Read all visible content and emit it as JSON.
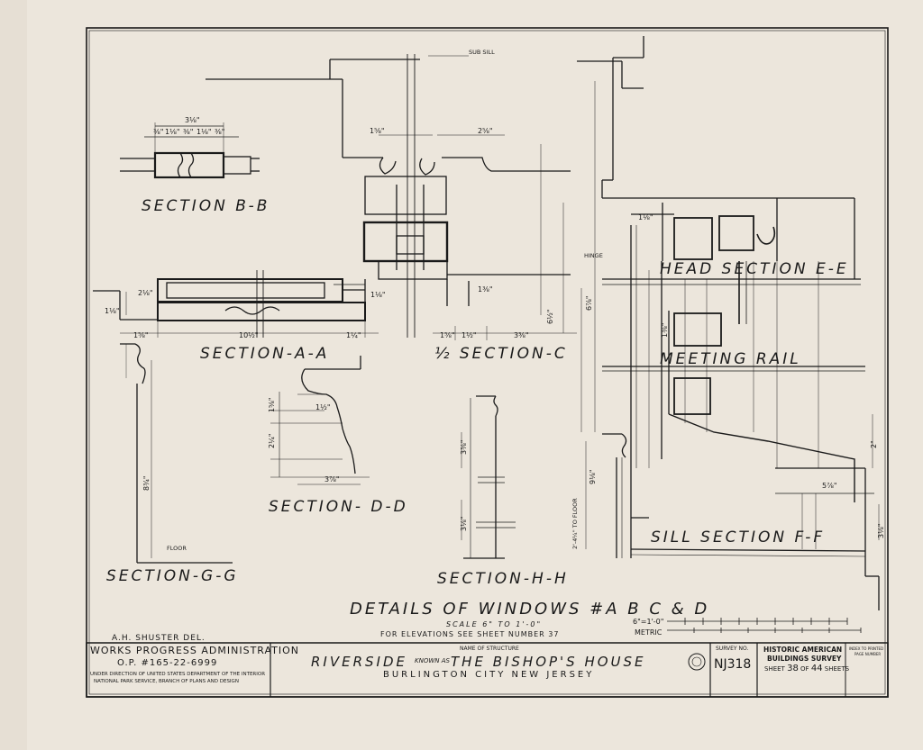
{
  "drawing": {
    "title": "DETAILS OF WINDOWS #A B C & D",
    "scale": "SCALE 6\" TO 1'-0\"",
    "elevations_note": "FOR ELEVATIONS SEE SHEET NUMBER 37",
    "delineator": "A.H. SHUSTER DEL."
  },
  "section_labels": {
    "bb": "SECTION B-B",
    "aa": "SECTION-A-A",
    "c": "½ SECTION-C",
    "dd": "SECTION- D-D",
    "gg": "SECTION-G-G",
    "hh": "SECTION-H-H",
    "ee": "HEAD SECTION E-E",
    "meeting": "MEETING RAIL",
    "ff": "SILL SECTION F-F"
  },
  "notes": {
    "sub_sill": "SUB SILL",
    "hinge": "HINGE",
    "floor_gg": "FLOOR",
    "to_floor": "2'-4¼\" TO FLOOR"
  },
  "dimensions": {
    "bb_top": "3⅛\"",
    "bb_sub": [
      "⅜\"",
      "1⅛\"",
      "⅜\"",
      "1⅛\"",
      "⅜\""
    ],
    "aa_left": "2⅛\"",
    "aa_a": "1⅛\"",
    "aa_b": "1⅝\"",
    "aa_c": "10½\"",
    "aa_d": "1¼\"",
    "aa_e": "1⅛\"",
    "c_a": "1⅝\"",
    "c_b": "1½\"",
    "c_c": "3⅜\"",
    "c_d": "1⅜\"",
    "c_e": "6½\"",
    "c_top": "1⅝\"",
    "c_mid": "2⅝\"",
    "dd_a": "1½\"",
    "dd_b": "3⅞\"",
    "dd_c": "2¼\"",
    "dd_d": "1⅝\"",
    "gg": "8¾\"",
    "hh_a": "3⅜\"",
    "hh_b": "3⅛\"",
    "ee_a": "1⅛\"",
    "ee_b": "6⅞\"",
    "ee_c": "1⅜\"",
    "ff_a": "5⅞\"",
    "ff_b": "2\"",
    "ff_c": "3⅛\"",
    "ff_d": "9⅛\""
  },
  "metric_scale": {
    "imperial_label": "6\"=1'-0\"",
    "metric_label": "METRIC"
  },
  "title_block": {
    "agency": "WORKS PROGRESS ADMINISTRATION",
    "project_no": "O.P. #165-22-6999",
    "direction_1": "UNDER DIRECTION OF UNITED STATES DEPARTMENT OF THE INTERIOR",
    "direction_2": "NATIONAL PARK SERVICE, BRANCH OF PLANS AND DESIGN",
    "structure_caption": "NAME OF STRUCTURE",
    "structure_name_a": "RIVERSIDE",
    "structure_known": "KNOWN AS",
    "structure_name_b": "THE BISHOP'S HOUSE",
    "location": "BURLINGTON CITY NEW JERSEY",
    "survey_caption": "SURVEY NO.",
    "survey_no": "NJ318",
    "habs_1": "HISTORIC AMERICAN",
    "habs_2": "BUILDINGS SURVEY",
    "sheet_prefix": "SHEET",
    "sheet_no": "38",
    "sheet_of": "OF",
    "sheet_total": "44",
    "sheet_suffix": "SHEETS",
    "index_1": "INDEX TO PRINTED",
    "index_2": "PAGE NUMBER"
  },
  "colors": {
    "paper": "#ece6dc",
    "ink": "#1a1a1a"
  }
}
